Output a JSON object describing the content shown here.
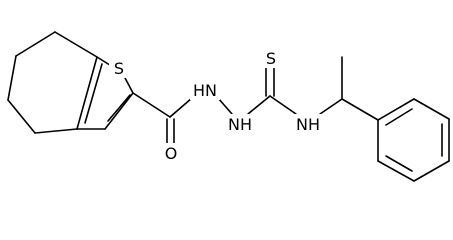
{
  "diagram": {
    "type": "skeletal-structure",
    "atoms": {
      "s_ring": "S",
      "o_carbonyl": "O",
      "nh_hydrazide_1": "HN",
      "nh_hydrazide_2": "NH",
      "s_thione": "S",
      "nh_amine": "NH"
    },
    "colors": {
      "bond": "#000000",
      "label": "#000000",
      "background": "#ffffff"
    }
  }
}
